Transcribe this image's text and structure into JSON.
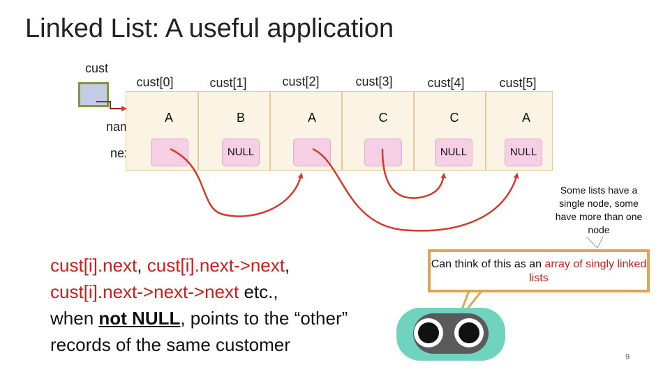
{
  "title": "Linked List: A useful application",
  "labels": {
    "cust": "cust",
    "name": "name",
    "next": "next"
  },
  "cells": [
    {
      "index_label": "cust[0]",
      "name": "A",
      "next": ""
    },
    {
      "index_label": "cust[1]",
      "name": "B",
      "next": "NULL"
    },
    {
      "index_label": "cust[2]",
      "name": "A",
      "next": ""
    },
    {
      "index_label": "cust[3]",
      "name": "C",
      "next": ""
    },
    {
      "index_label": "cust[4]",
      "name": "C",
      "next": "NULL"
    },
    {
      "index_label": "cust[5]",
      "name": "A",
      "next": "NULL"
    }
  ],
  "main_text": {
    "line1": "cust[i].next",
    "line1_sep": ", ",
    "line1b": "cust[i].next->next",
    "line1_end": ",",
    "line2": "cust[i].next->next->next",
    "line2_end": " etc.,",
    "line3_pre": "when ",
    "line3_emph": "not NULL",
    "line3_post": ", points to the “other”",
    "line4": "records of the same customer"
  },
  "note": "Some lists have a single node, some have more than one node",
  "callout": {
    "pre": "Can think of this as an ",
    "highlight": "array of singly linked lists"
  },
  "page_number": "9",
  "colors": {
    "cell_bg": "#fbf3e4",
    "cell_border": "#e8c99a",
    "next_box": "#f7cfe4",
    "arrow": "#d43a2a",
    "red_text": "#cc1f1a",
    "callout_border": "#e2a54e",
    "robot_body": "#6fd3c0"
  }
}
